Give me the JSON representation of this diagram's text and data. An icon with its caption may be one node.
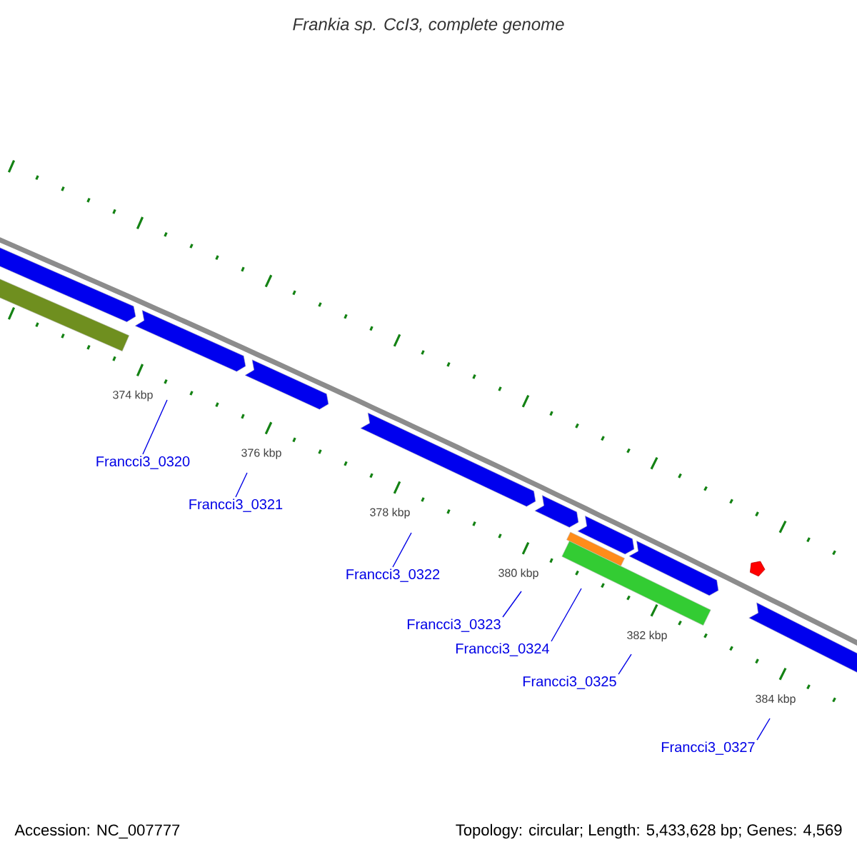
{
  "diagram": {
    "title": "Frankia sp. CcI3, complete genome",
    "nodes": [
      {
        "text": [],
        "shape": "bar"
      },
      {
        "text": [],
        "shape": "bar"
      },
      {
        "text": [],
        "shape": "bar"
      },
      {
        "text": [],
        "shape": "bar"
      },
      {
        "text": [],
        "shape": "bar"
      },
      {
        "text": [],
        "shape": "bar"
      },
      {
        "text": [],
        "shape": "bar"
      },
      {
        "text": [],
        "shape": "bar"
      },
      {
        "text": [],
        "shape": "bar"
      },
      {
        "text": [],
        "shape": "bar"
      },
      {
        "text": [],
        "shape": "bar"
      },
      {
        "text": [
          "Francci3_0320"
        ]
      },
      {
        "text": [
          "Francci3_0321"
        ]
      },
      {
        "text": [
          "Francci3_0322"
        ]
      },
      {
        "text": [
          "Francci3_0323"
        ]
      },
      {
        "text": [
          "Francci3_0324"
        ]
      },
      {
        "text": [
          "Francci3_0325"
        ]
      },
      {
        "text": [
          "Francci3_0327"
        ]
      }
    ],
    "edges": [
      {
        "from": 11,
        "to": null,
        "arrow": "none"
      },
      {
        "from": 12,
        "to": null,
        "arrow": "none"
      },
      {
        "from": 13,
        "to": null,
        "arrow": "none"
      },
      {
        "from": 14,
        "to": null,
        "arrow": "none"
      },
      {
        "from": 15,
        "to": null,
        "arrow": "none"
      },
      {
        "from": 16,
        "to": null,
        "arrow": "none"
      },
      {
        "from": 17,
        "to": null,
        "arrow": "none"
      }
    ],
    "labels": [
      "374 kbp",
      "376 kbp",
      "378 kbp",
      "380 kbp",
      "382 kbp",
      "384 kbp",
      "Accession: NC_007777",
      "Topology: circular; Length: 5,433,628 bp; Genes: 4,569"
    ]
  }
}
